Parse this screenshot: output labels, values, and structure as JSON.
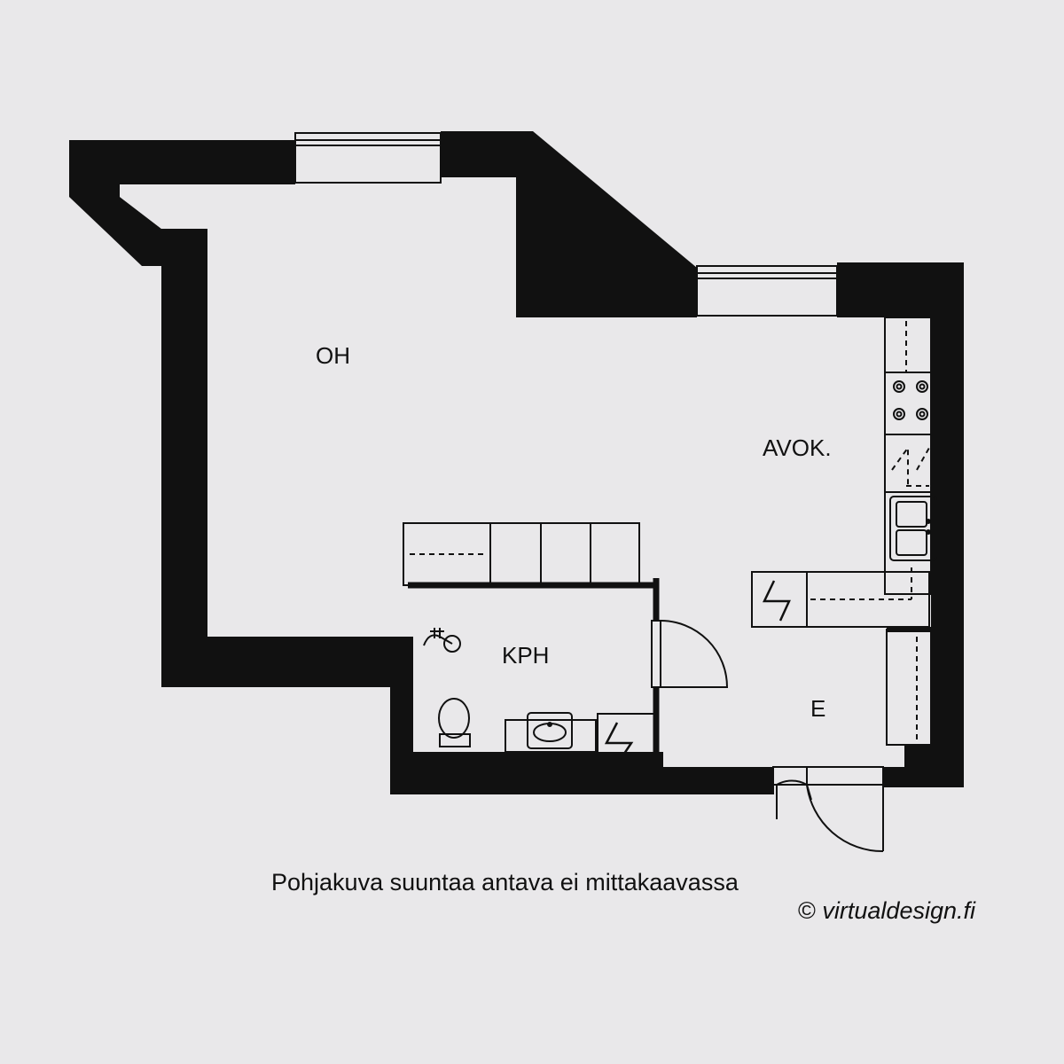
{
  "rooms": {
    "living": "OH",
    "kitchen": "AVOK.",
    "bathroom": "KPH",
    "entrance": "E"
  },
  "caption": "Pohjakuva suuntaa antava ei mittakaavassa",
  "credit": {
    "symbol": "©",
    "site": "virtualdesign.fi"
  },
  "colors": {
    "wall": "#111111",
    "background": "#e9e8ea",
    "line": "#111111"
  }
}
